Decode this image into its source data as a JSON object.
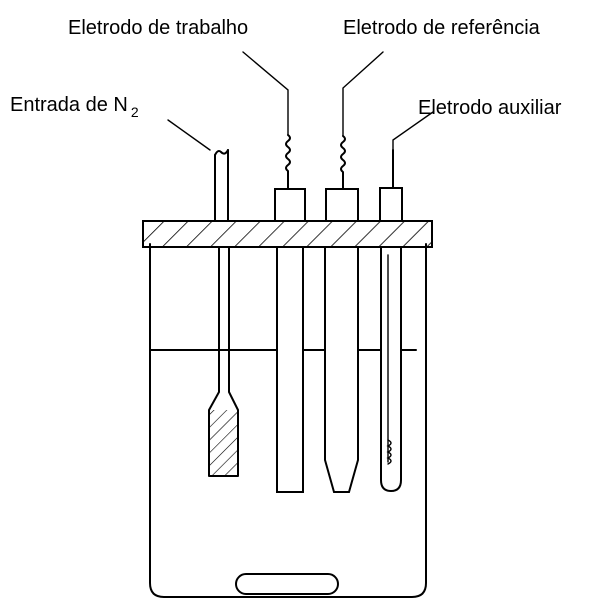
{
  "labels": {
    "working_electrode": "Eletrodo de trabalho",
    "reference_electrode": "Eletrodo de referência",
    "auxiliary_electrode": "Eletrodo auxiliar",
    "nitrogen_inlet_prefix": "Entrada de N",
    "nitrogen_inlet_subscript": "2"
  }
}
